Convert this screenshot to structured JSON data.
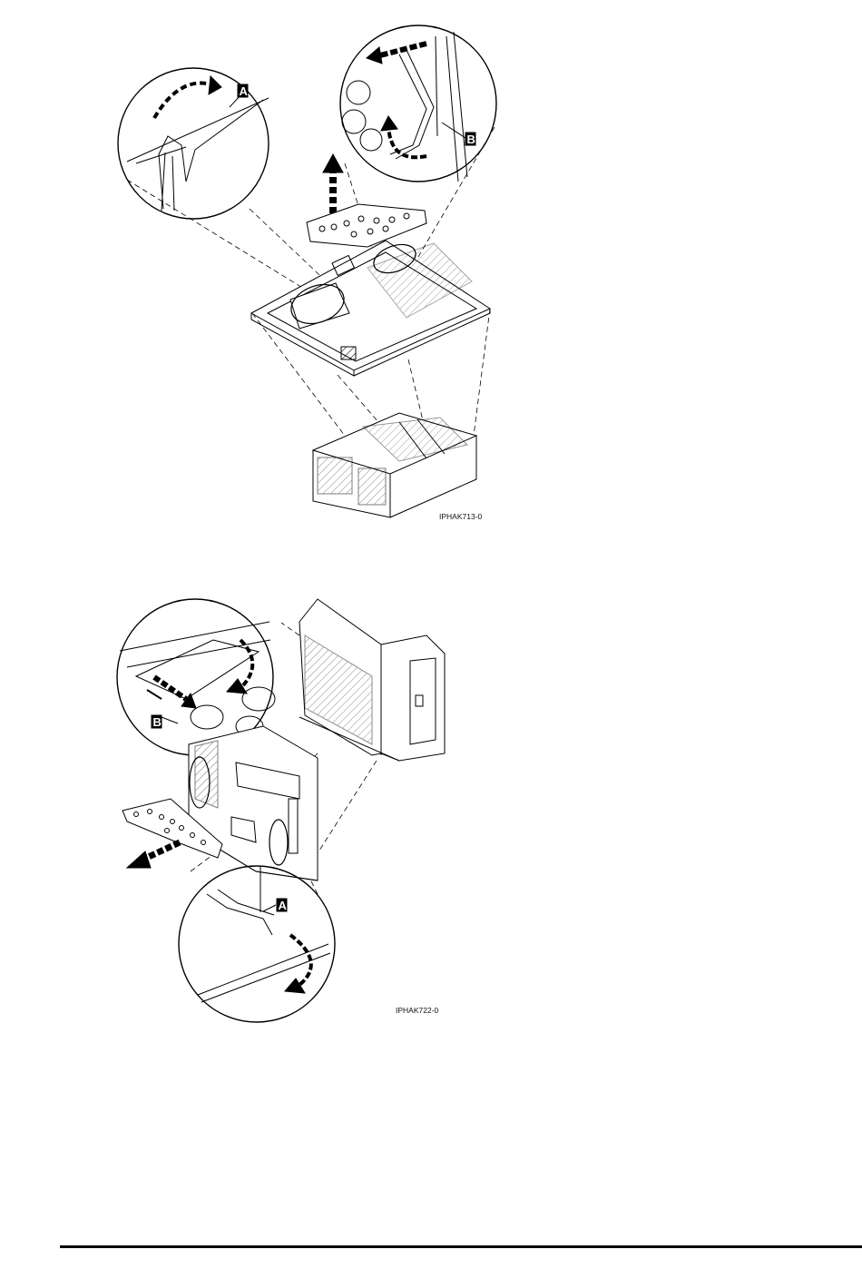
{
  "figures": [
    {
      "id_label": "IPHAK713-0",
      "callouts": [
        "A",
        "B"
      ]
    },
    {
      "id_label": "IPHAK722-0",
      "callouts": [
        "B",
        "A"
      ]
    }
  ]
}
